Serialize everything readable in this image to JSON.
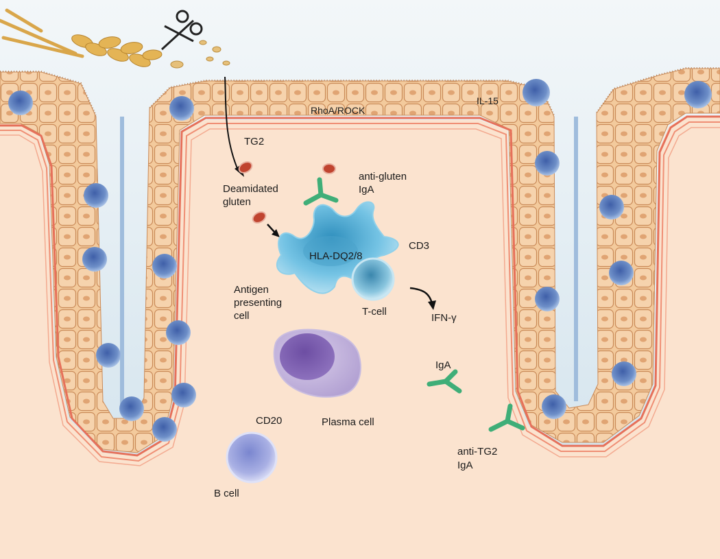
{
  "labels": {
    "rhoa_rock": "RhoA/ROCK",
    "il15": "IL-15",
    "tg2": "TG2",
    "deamidated_line1": "Deamidated",
    "deamidated_line2": "gluten",
    "anti_gluten_line1": "anti-gluten",
    "anti_gluten_line2": "IgA",
    "hla": "HLA-DQ2/8",
    "cd3": "CD3",
    "apc_line1": "Antigen",
    "apc_line2": "presenting",
    "apc_line3": "cell",
    "tcell": "T-cell",
    "ifn": "IFN-γ",
    "iga": "IgA",
    "plasma": "Plasma cell",
    "cd20": "CD20",
    "bcell": "B cell",
    "anti_tg2_line1": "anti-TG2",
    "anti_tg2_line2": "IgA"
  },
  "colors": {
    "lumen": "#dbe9f1",
    "lamina": "#fbe3cf",
    "enterocyte": "#f2c899",
    "membrane": "#e6705a",
    "lymphocyte": "#6e8fc8",
    "antibody": "#3fae78",
    "gluten": "#c0442f",
    "apc": "#74c3e4",
    "plasma": "#a08ac8"
  }
}
